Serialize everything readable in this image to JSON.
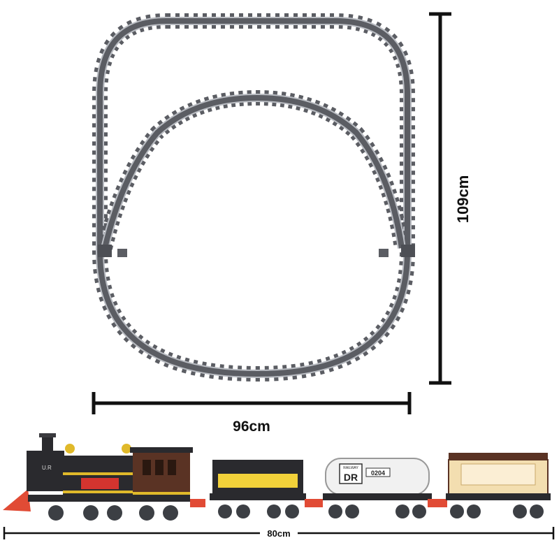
{
  "dimensions": {
    "height_label": "109cm",
    "track_width_label": "96cm",
    "train_length_label": "80cm"
  },
  "train": {
    "locomotive_badge": "U.R",
    "tank_car_badge_top": "RAILWAY",
    "tank_car_badge_main": "DR",
    "tank_car_number": "0204"
  },
  "colors": {
    "track_tie": "#5b5d63",
    "track_rail": "#b9bcc2",
    "dimension_line": "#111111",
    "locomotive_body": "#2a2a2e",
    "locomotive_cab": "#5a3324",
    "accent_gold": "#e0b92a",
    "boiler_red": "#d3342f",
    "tender_yellow": "#f2d13a",
    "tank_white": "#f1f1f1",
    "passenger_cream": "#f3deb0",
    "coupler_red": "#e14b35",
    "wheel_dark": "#3c3f44"
  }
}
